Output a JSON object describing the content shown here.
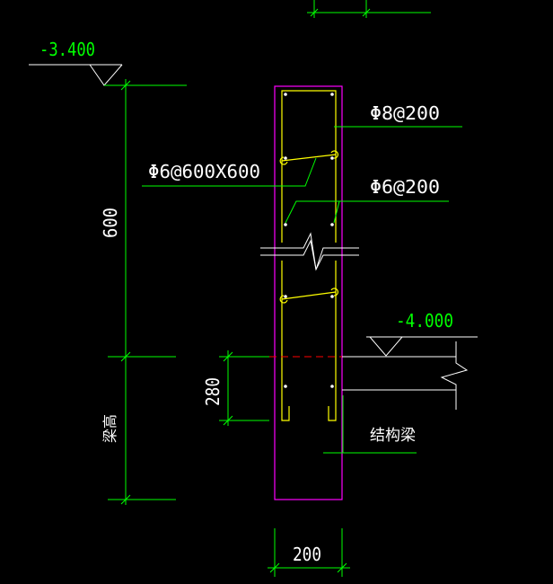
{
  "colors": {
    "background": "#000000",
    "dimension": "#00ff00",
    "outline": "#ff00ff",
    "rebar": "#ffff00",
    "text": "#ffffff",
    "leader": "#00ff00",
    "axis": "#ff0000"
  },
  "levels": {
    "top": "-3.400",
    "bottom": "-4.000"
  },
  "dimensions": {
    "height": "600",
    "anchorage": "280",
    "beam_height": "梁高",
    "width": "200"
  },
  "annotations": {
    "stirrup_main": "Φ8@200",
    "tie_bar": "Φ6@600X600",
    "distribution_bar": "Φ6@200",
    "structural_beam": "结构梁"
  }
}
